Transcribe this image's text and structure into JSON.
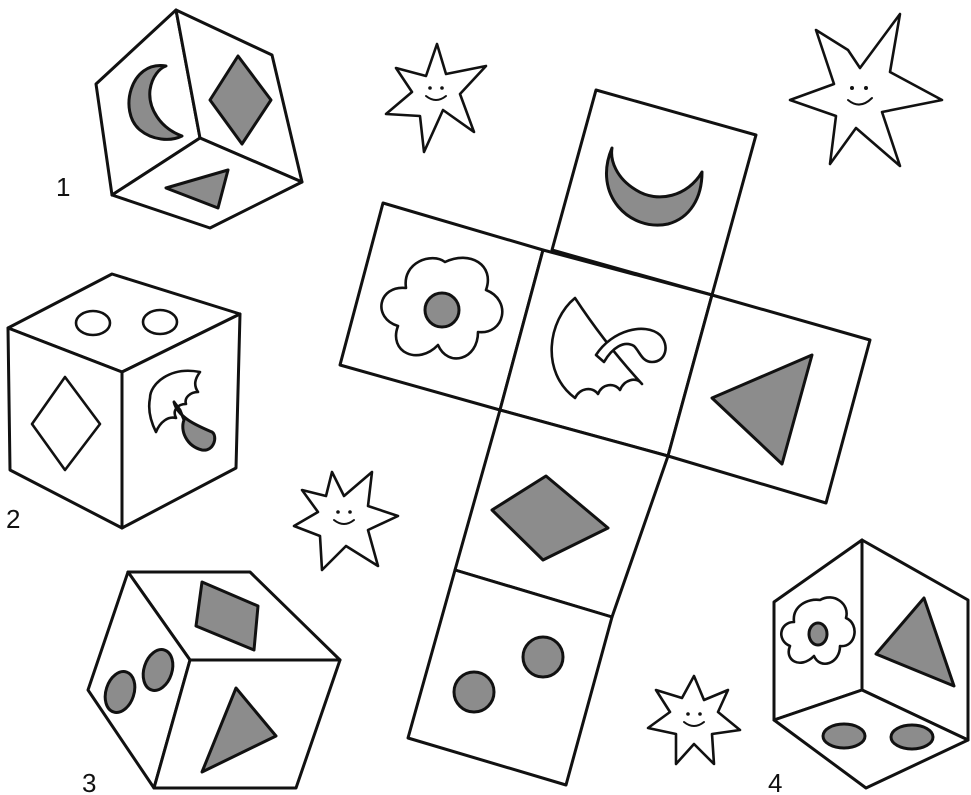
{
  "colors": {
    "outline": "#111111",
    "shape_fill": "#8c8c8c",
    "background": "#ffffff"
  },
  "cubes": [
    {
      "label": "1",
      "faces": [
        "moon-icon",
        "diamond-icon",
        "triangle-icon"
      ]
    },
    {
      "label": "2",
      "faces": [
        "two-dots-hollow-icon",
        "diamond-hollow-icon",
        "umbrella-icon"
      ]
    },
    {
      "label": "3",
      "faces": [
        "diamond-icon",
        "two-dots-icon",
        "triangle-icon"
      ]
    },
    {
      "label": "4",
      "faces": [
        "flower-icon",
        "triangle-icon",
        "two-dots-icon"
      ]
    }
  ],
  "net": {
    "faces": [
      "moon-icon",
      "flower-icon",
      "umbrella-icon",
      "triangle-icon",
      "diamond-icon",
      "two-dots-icon"
    ]
  },
  "decorations": [
    "star-face-icon",
    "star-face-icon",
    "star-face-icon",
    "star-face-icon"
  ]
}
